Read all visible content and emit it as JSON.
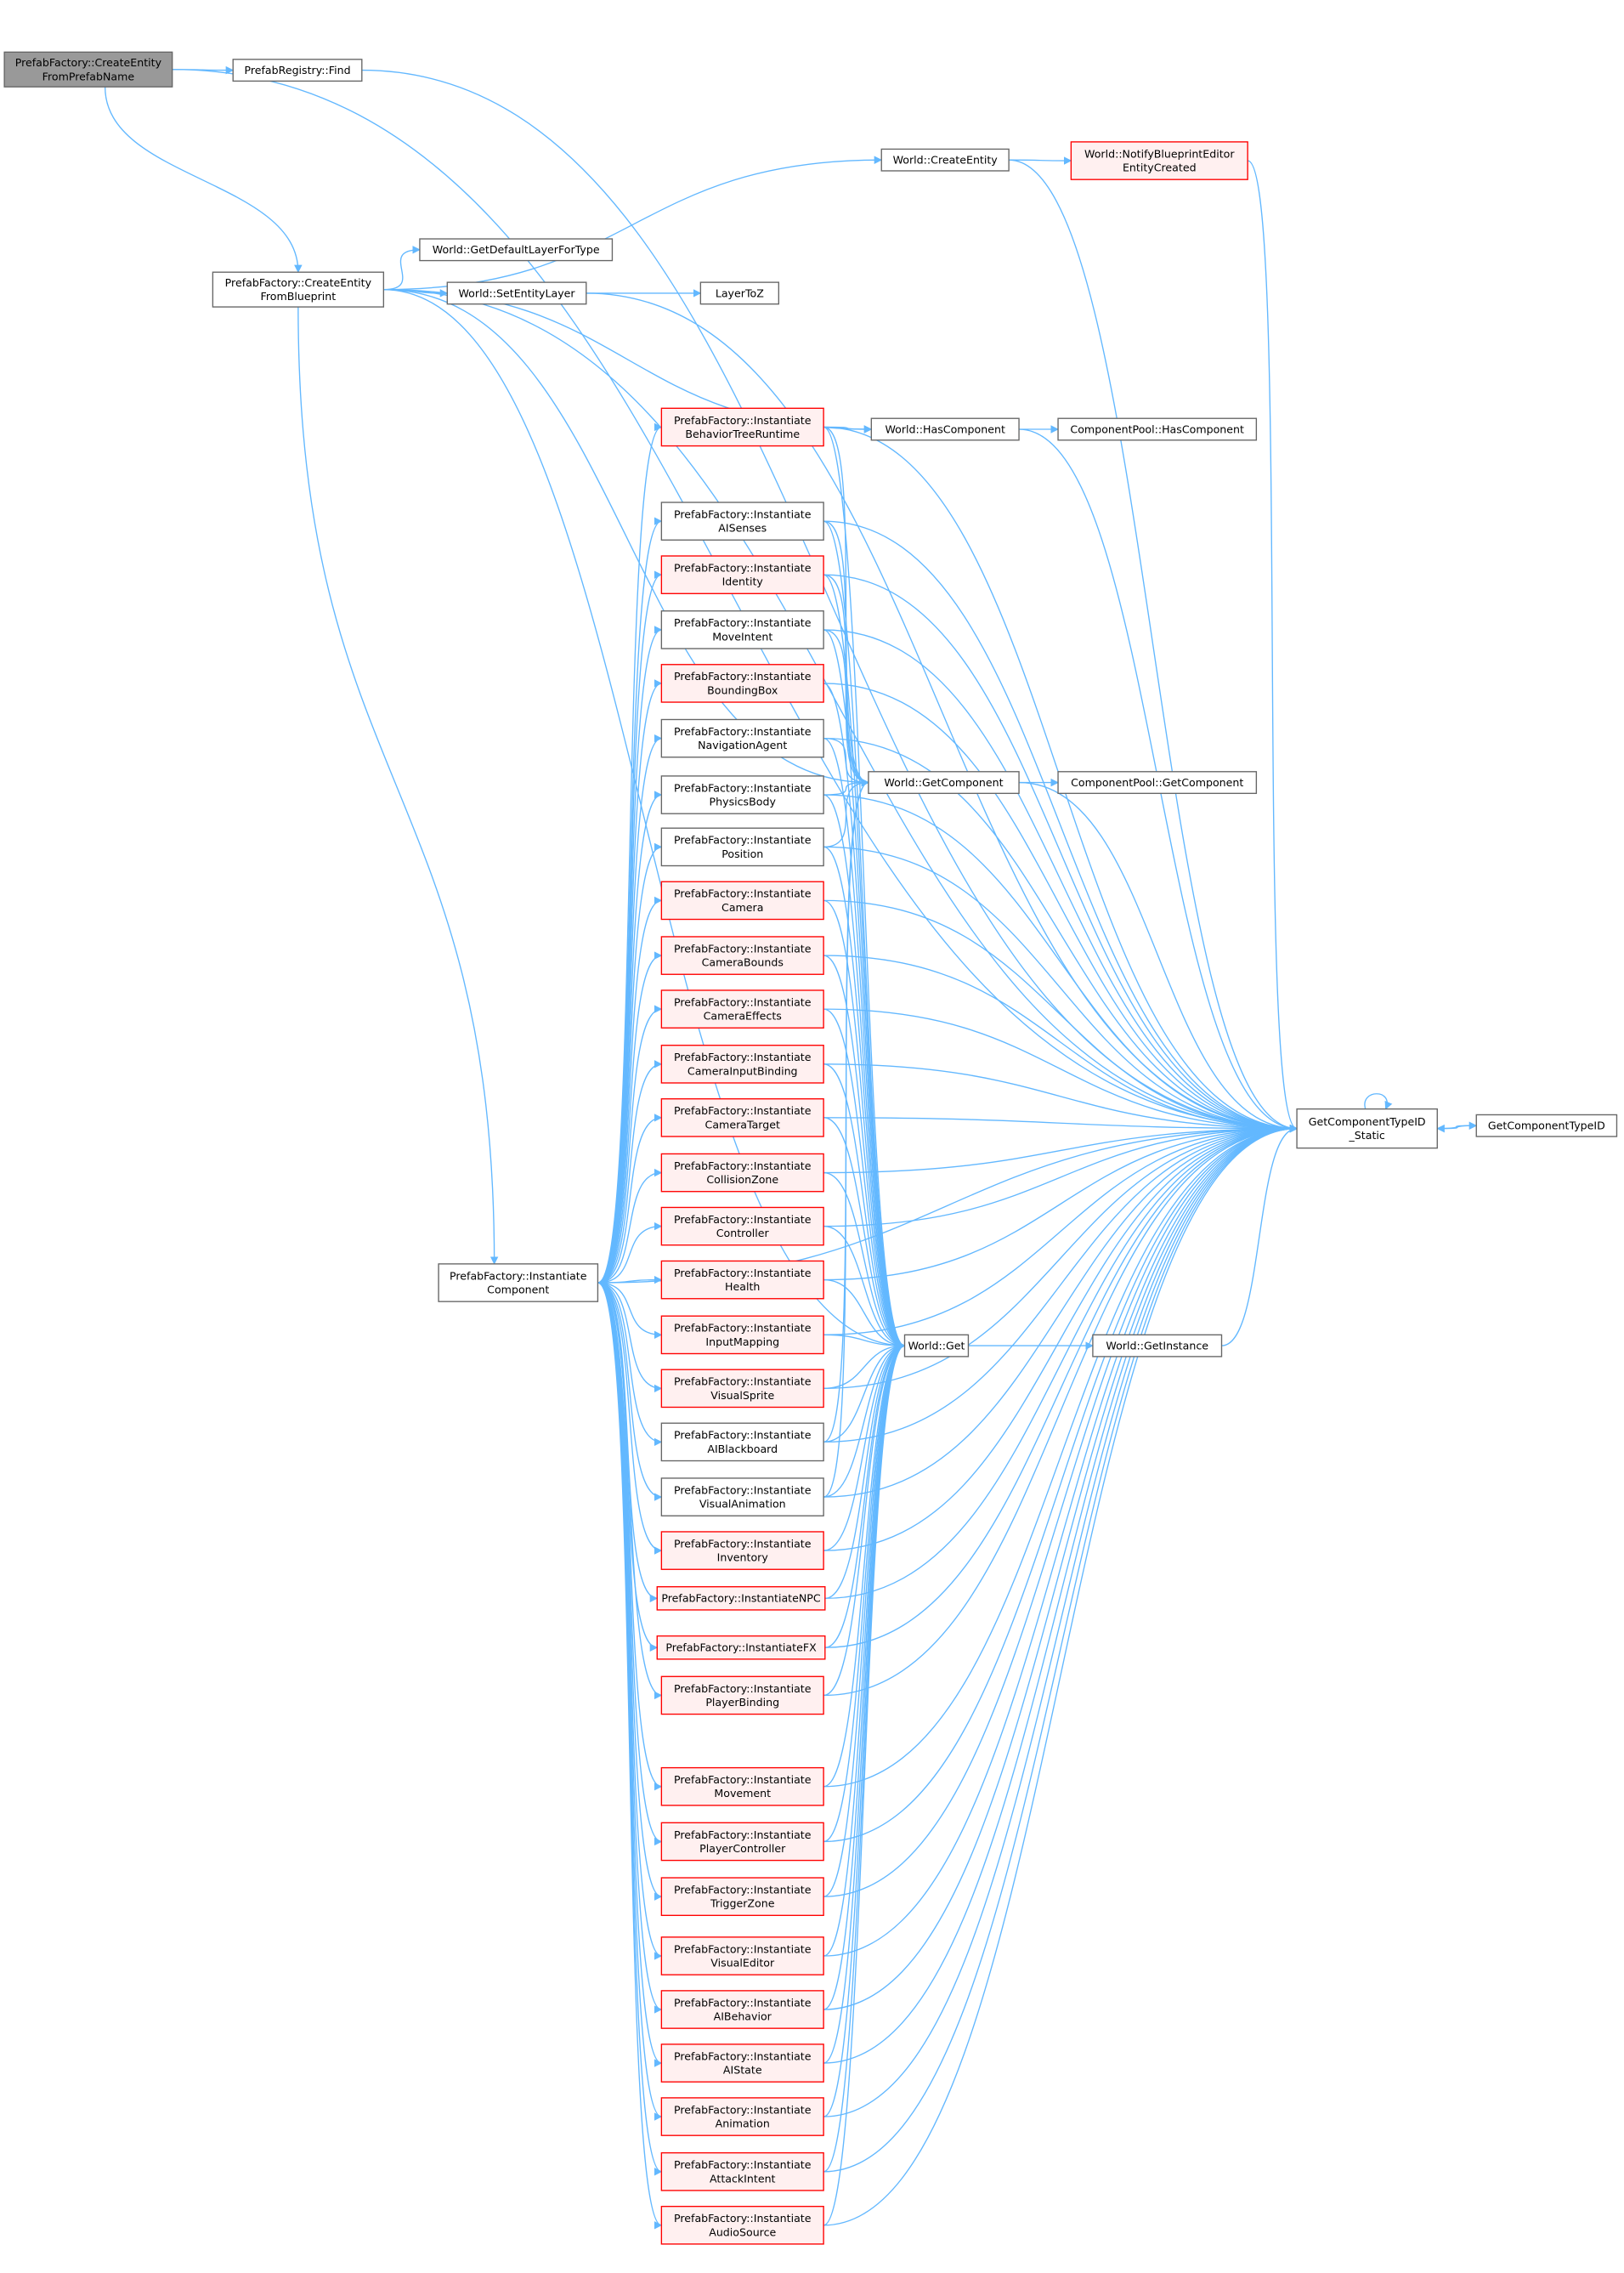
{
  "colors": {
    "edge": "#63b8ff",
    "red_border": "#ff0000",
    "red_fill": "#fff0f0",
    "root_fill": "#999999"
  },
  "nodes": [
    {
      "id": "root",
      "style": "root",
      "lines": [
        "PrefabFactory::CreateEntity",
        "FromPrefabName"
      ]
    },
    {
      "id": "find",
      "style": "normal",
      "lines": [
        "PrefabRegistry::Find"
      ]
    },
    {
      "id": "createEntity",
      "style": "normal",
      "lines": [
        "World::CreateEntity"
      ]
    },
    {
      "id": "notify",
      "style": "red",
      "lines": [
        "World::NotifyBlueprintEditor",
        "EntityCreated"
      ]
    },
    {
      "id": "cefb",
      "style": "normal",
      "lines": [
        "PrefabFactory::CreateEntity",
        "FromBlueprint"
      ]
    },
    {
      "id": "defLayer",
      "style": "normal",
      "lines": [
        "World::GetDefaultLayerForType"
      ]
    },
    {
      "id": "setLayer",
      "style": "normal",
      "lines": [
        "World::SetEntityLayer"
      ]
    },
    {
      "id": "layerToZ",
      "style": "normal",
      "lines": [
        "LayerToZ"
      ]
    },
    {
      "id": "hasComp",
      "style": "normal",
      "lines": [
        "World::HasComponent"
      ]
    },
    {
      "id": "poolHas",
      "style": "normal",
      "lines": [
        "ComponentPool::HasComponent"
      ]
    },
    {
      "id": "getComp",
      "style": "normal",
      "lines": [
        "World::GetComponent"
      ]
    },
    {
      "id": "poolGet",
      "style": "normal",
      "lines": [
        "ComponentPool::GetComponent"
      ]
    },
    {
      "id": "instComp",
      "style": "normal",
      "lines": [
        "PrefabFactory::Instantiate",
        "Component"
      ]
    },
    {
      "id": "get",
      "style": "normal",
      "lines": [
        "World::Get"
      ]
    },
    {
      "id": "getInst",
      "style": "normal",
      "lines": [
        "World::GetInstance"
      ]
    },
    {
      "id": "gctis",
      "style": "normal",
      "lines": [
        "GetComponentTypeID",
        "_Static"
      ]
    },
    {
      "id": "gcti",
      "style": "normal",
      "lines": [
        "GetComponentTypeID"
      ]
    },
    {
      "id": "i_btr",
      "style": "red",
      "lines": [
        "PrefabFactory::Instantiate",
        "BehaviorTreeRuntime"
      ]
    },
    {
      "id": "i_aisenses",
      "style": "normal",
      "lines": [
        "PrefabFactory::Instantiate",
        "AISenses"
      ]
    },
    {
      "id": "i_identity",
      "style": "red",
      "lines": [
        "PrefabFactory::Instantiate",
        "Identity"
      ]
    },
    {
      "id": "i_moveintent",
      "style": "normal",
      "lines": [
        "PrefabFactory::Instantiate",
        "MoveIntent"
      ]
    },
    {
      "id": "i_bbox",
      "style": "red",
      "lines": [
        "PrefabFactory::Instantiate",
        "BoundingBox"
      ]
    },
    {
      "id": "i_nav",
      "style": "normal",
      "lines": [
        "PrefabFactory::Instantiate",
        "NavigationAgent"
      ]
    },
    {
      "id": "i_phys",
      "style": "normal",
      "lines": [
        "PrefabFactory::Instantiate",
        "PhysicsBody"
      ]
    },
    {
      "id": "i_pos",
      "style": "normal",
      "lines": [
        "PrefabFactory::Instantiate",
        "Position"
      ]
    },
    {
      "id": "i_cam",
      "style": "red",
      "lines": [
        "PrefabFactory::Instantiate",
        "Camera"
      ]
    },
    {
      "id": "i_camb",
      "style": "red",
      "lines": [
        "PrefabFactory::Instantiate",
        "CameraBounds"
      ]
    },
    {
      "id": "i_came",
      "style": "red",
      "lines": [
        "PrefabFactory::Instantiate",
        "CameraEffects"
      ]
    },
    {
      "id": "i_cami",
      "style": "red",
      "lines": [
        "PrefabFactory::Instantiate",
        "CameraInputBinding"
      ]
    },
    {
      "id": "i_camt",
      "style": "red",
      "lines": [
        "PrefabFactory::Instantiate",
        "CameraTarget"
      ]
    },
    {
      "id": "i_coll",
      "style": "red",
      "lines": [
        "PrefabFactory::Instantiate",
        "CollisionZone"
      ]
    },
    {
      "id": "i_ctrl",
      "style": "red",
      "lines": [
        "PrefabFactory::Instantiate",
        "Controller"
      ]
    },
    {
      "id": "i_health",
      "style": "red",
      "lines": [
        "PrefabFactory::Instantiate",
        "Health"
      ]
    },
    {
      "id": "i_input",
      "style": "red",
      "lines": [
        "PrefabFactory::Instantiate",
        "InputMapping"
      ]
    },
    {
      "id": "i_vsprite",
      "style": "red",
      "lines": [
        "PrefabFactory::Instantiate",
        "VisualSprite"
      ]
    },
    {
      "id": "i_aibb",
      "style": "normal",
      "lines": [
        "PrefabFactory::Instantiate",
        "AIBlackboard"
      ]
    },
    {
      "id": "i_vanim",
      "style": "normal",
      "lines": [
        "PrefabFactory::Instantiate",
        "VisualAnimation"
      ]
    },
    {
      "id": "i_inv",
      "style": "red",
      "lines": [
        "PrefabFactory::Instantiate",
        "Inventory"
      ]
    },
    {
      "id": "i_npc",
      "style": "red",
      "lines": [
        "PrefabFactory::InstantiateNPC"
      ]
    },
    {
      "id": "i_fx",
      "style": "red",
      "lines": [
        "PrefabFactory::InstantiateFX"
      ]
    },
    {
      "id": "i_pbind",
      "style": "red",
      "lines": [
        "PrefabFactory::Instantiate",
        "PlayerBinding"
      ]
    },
    {
      "id": "i_move",
      "style": "red",
      "lines": [
        "PrefabFactory::Instantiate",
        "Movement"
      ]
    },
    {
      "id": "i_pctrl",
      "style": "red",
      "lines": [
        "PrefabFactory::Instantiate",
        "PlayerController"
      ]
    },
    {
      "id": "i_trig",
      "style": "red",
      "lines": [
        "PrefabFactory::Instantiate",
        "TriggerZone"
      ]
    },
    {
      "id": "i_vedit",
      "style": "red",
      "lines": [
        "PrefabFactory::Instantiate",
        "VisualEditor"
      ]
    },
    {
      "id": "i_aibeh",
      "style": "red",
      "lines": [
        "PrefabFactory::Instantiate",
        "AIBehavior"
      ]
    },
    {
      "id": "i_aistate",
      "style": "red",
      "lines": [
        "PrefabFactory::Instantiate",
        "AIState"
      ]
    },
    {
      "id": "i_anim",
      "style": "red",
      "lines": [
        "PrefabFactory::Instantiate",
        "Animation"
      ]
    },
    {
      "id": "i_attack",
      "style": "red",
      "lines": [
        "PrefabFactory::Instantiate",
        "AttackIntent"
      ]
    },
    {
      "id": "i_audio",
      "style": "red",
      "lines": [
        "PrefabFactory::Instantiate",
        "AudioSource"
      ]
    }
  ],
  "edges": [
    [
      "root",
      "find"
    ],
    [
      "root",
      "gctis"
    ],
    [
      "root",
      "cefb"
    ],
    [
      "find",
      "gctis"
    ],
    [
      "cefb",
      "createEntity"
    ],
    [
      "cefb",
      "gctis"
    ],
    [
      "cefb",
      "defLayer"
    ],
    [
      "cefb",
      "setLayer"
    ],
    [
      "cefb",
      "hasComp"
    ],
    [
      "cefb",
      "getComp"
    ],
    [
      "cefb",
      "instComp"
    ],
    [
      "cefb",
      "get"
    ],
    [
      "createEntity",
      "notify"
    ],
    [
      "createEntity",
      "gctis"
    ],
    [
      "notify",
      "gctis"
    ],
    [
      "setLayer",
      "layerToZ"
    ],
    [
      "setLayer",
      "gctis"
    ],
    [
      "hasComp",
      "poolHas"
    ],
    [
      "hasComp",
      "gctis"
    ],
    [
      "getComp",
      "poolGet"
    ],
    [
      "getComp",
      "gctis"
    ],
    [
      "get",
      "getInst"
    ],
    [
      "getInst",
      "gctis"
    ],
    [
      "gctis",
      "gcti"
    ],
    [
      "gcti",
      "gctis"
    ],
    [
      "gctis",
      "gctis"
    ],
    [
      "instComp",
      "gctis"
    ],
    [
      "i_btr",
      "hasComp"
    ],
    [
      "i_btr",
      "getComp"
    ],
    [
      "i_aisenses",
      "getComp"
    ],
    [
      "i_identity",
      "getComp"
    ],
    [
      "i_moveintent",
      "getComp"
    ],
    [
      "i_nav",
      "getComp"
    ],
    [
      "i_phys",
      "getComp"
    ],
    [
      "i_pos",
      "getComp"
    ],
    [
      "i_aibb",
      "getComp"
    ],
    [
      "i_vanim",
      "getComp"
    ]
  ]
}
